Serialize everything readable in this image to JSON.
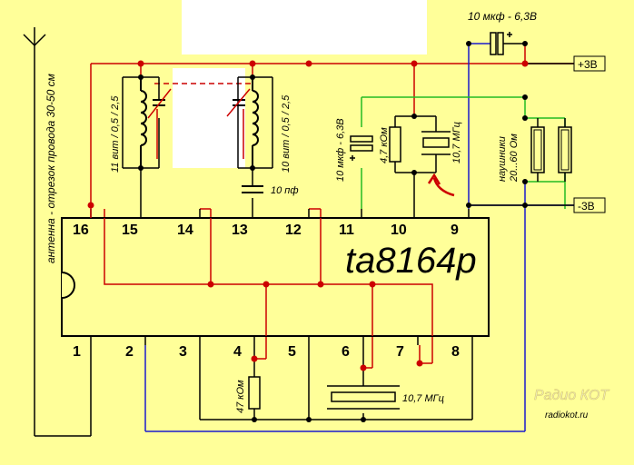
{
  "chip": {
    "name": "ta8164p",
    "pins_top": [
      "16",
      "15",
      "14",
      "13",
      "12",
      "11",
      "10",
      "9"
    ],
    "pins_bottom": [
      "1",
      "2",
      "3",
      "4",
      "5",
      "6",
      "7",
      "8"
    ]
  },
  "labels": {
    "antenna": "антенна - отрезок провода 30-50 см",
    "cap_top": "10 мкф - 6,3В",
    "supply_pos": "+3В",
    "supply_neg": "-3В",
    "coil_left": "11 вит / 0,5 / 2,5",
    "coil_right": "10 вит / 0,5 / 2,5",
    "cap_10pf": "10 пф",
    "cap_mid": "10 мкф - 6,3В",
    "res_47k": "4,7 кОм",
    "filter_top": "10,7 МГц",
    "headphones": "наушники\n20...60 Ом",
    "res_bottom": "47 кОм",
    "filter_bottom": "10,7 МГц",
    "logo": "Радио КОТ",
    "site": "radiokot.ru"
  },
  "colors": {
    "background": "#ffff99",
    "wire_red": "#cc0000",
    "wire_blue": "#1a1acc",
    "wire_green": "#22bb22",
    "ink": "#000000",
    "chip_fill": "#ffff99"
  }
}
